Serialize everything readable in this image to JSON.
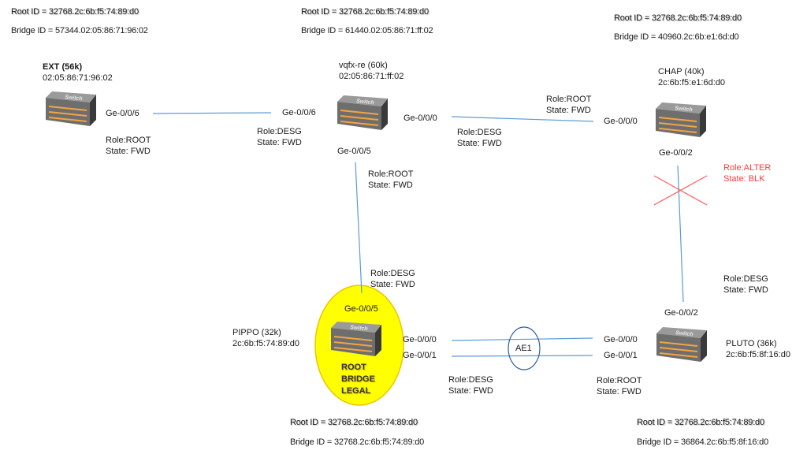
{
  "diagram": {
    "title": "STP topology",
    "link_color": "#5b9bd5",
    "blocked_color": "#ff3b3b",
    "root_highlight_color": "#ffff00",
    "switch_icon_label": "Switch"
  },
  "switches": {
    "ext": {
      "name": "EXT (56k)",
      "mac": "02:05:86:71:96:02",
      "root_id": "Root ID = 32768.2c:6b:f5:74:89:d0",
      "bridge_id": "Bridge ID = 57344.02:05:86:71:96:02"
    },
    "vqfx": {
      "name": "vqfx-re (60k)",
      "mac": "02:05:86:71:ff:02",
      "root_id": "Root ID = 32768.2c:6b:f5:74:89:d0",
      "bridge_id": "Bridge ID = 61440.02:05:86:71:ff:02"
    },
    "chap": {
      "name": "CHAP (40k)",
      "mac": "2c:6b:f5:e1:6d:d0",
      "root_id": "Root ID = 32768.2c:6b:f5:74:89:d0",
      "bridge_id": "Bridge ID = 40960.2c:6b:e1:6d:d0"
    },
    "pippo": {
      "name": "PIPPO (32k)",
      "mac": "2c:6b:f5:74:89:d0",
      "root_id": "Root ID = 32768.2c:6b:f5:74:89:d0",
      "bridge_id": "Bridge ID = 32768.2c:6b:f5:74:89:d0",
      "badge": [
        "ROOT",
        "BRIDGE",
        "LEGAL"
      ]
    },
    "pluto": {
      "name": "PLUTO (36k)",
      "mac": "2c:6b:f5:8f:16:d0",
      "root_id": "Root ID = 32768.2c:6b:f5:74:89:d0",
      "bridge_id": "Bridge ID = 36864.2c:6b:f5:8f:16:d0"
    }
  },
  "ports": {
    "ext_ge006": "Ge-0/0/6",
    "vqfx_ge006": "Ge-0/0/6",
    "vqfx_ge000": "Ge-0/0/0",
    "vqfx_ge005": "Ge-0/0/5",
    "chap_ge000": "Ge-0/0/0",
    "chap_ge002": "Ge-0/0/2",
    "pippo_ge005": "Ge-0/0/5",
    "pippo_ge000": "Ge-0/0/0",
    "pippo_ge001": "Ge-0/0/1",
    "pluto_ge000": "Ge-0/0/0",
    "pluto_ge001": "Ge-0/0/1",
    "pluto_ge002": "Ge-0/0/2"
  },
  "port_states": {
    "ext_ge006": {
      "role": "Role:ROOT",
      "state": "State: FWD"
    },
    "vqfx_ge006": {
      "role": "Role:DESG",
      "state": "State: FWD"
    },
    "vqfx_ge000": {
      "role": "Role:DESG",
      "state": "State: FWD"
    },
    "chap_ge000": {
      "role": "Role:ROOT",
      "state": "State: FWD"
    },
    "vqfx_ge005": {
      "role": "Role:ROOT",
      "state": "State: FWD"
    },
    "chap_ge002": {
      "role": "Role:ALTER",
      "state": "State: BLK"
    },
    "pippo_ge005": {
      "role": "Role:DESG",
      "state": "State: FWD"
    },
    "pluto_ge002": {
      "role": "Role:DESG",
      "state": "State: FWD"
    },
    "pippo_ae1": {
      "role": "Role:DESG",
      "state": "State: FWD"
    },
    "pluto_ae1": {
      "role": "Role:ROOT",
      "state": "State: FWD"
    }
  },
  "lag": {
    "label": "AE1"
  }
}
